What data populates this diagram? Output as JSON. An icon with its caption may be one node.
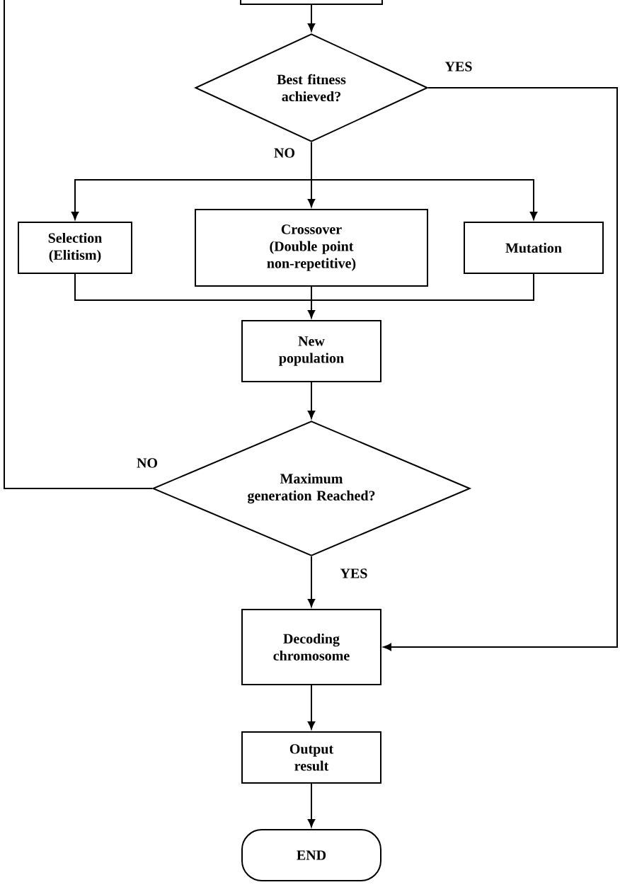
{
  "diagram": {
    "nodes": [
      {
        "text": [],
        "shape": "box"
      },
      {
        "text": [
          "Best fitness achieved?"
        ]
      },
      {
        "text": [
          "Selection (Elitism)"
        ]
      },
      {
        "text": [
          "Crossover",
          "(Double point non-repetitive)"
        ]
      },
      {
        "text": [
          "Mutation"
        ]
      },
      {
        "text": [
          "New population"
        ]
      },
      {
        "text": [
          "Maximum generation Reached?"
        ]
      },
      {
        "text": [
          "Decoding chromosome"
        ]
      },
      {
        "text": [
          "Output result"
        ]
      },
      {
        "text": [
          "END"
        ]
      }
    ],
    "edges": [
      {
        "from": 0,
        "to": 1,
        "arrow": "to"
      },
      {
        "from": 1,
        "to": 2,
        "arrow": "to"
      },
      {
        "from": 1,
        "to": 3,
        "arrow": "to",
        "label": "NO"
      },
      {
        "from": 1,
        "to": 4,
        "arrow": "to"
      },
      {
        "from": 2,
        "to": 5,
        "arrow": "to"
      },
      {
        "from": 3,
        "to": 5,
        "arrow": "to"
      },
      {
        "from": 4,
        "to": 5,
        "arrow": "to"
      },
      {
        "from": 5,
        "to": 6,
        "arrow": "to"
      },
      {
        "from": 6,
        "to": null,
        "arrow": "none",
        "label": "NO"
      },
      {
        "from": 6,
        "to": 7,
        "arrow": "to",
        "label": "YES"
      },
      {
        "from": 1,
        "to": 7,
        "arrow": "to",
        "label": "YES"
      },
      {
        "from": 7,
        "to": 8,
        "arrow": "to"
      },
      {
        "from": 8,
        "to": 9,
        "arrow": "to"
      }
    ]
  }
}
